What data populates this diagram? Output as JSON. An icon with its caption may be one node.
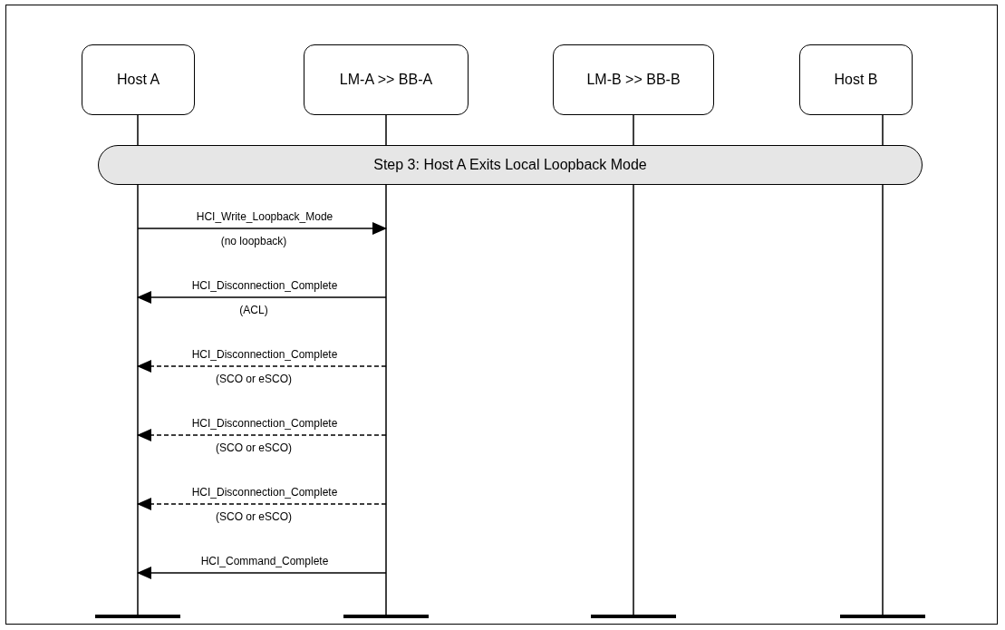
{
  "diagram": {
    "nodes": [
      {
        "text": [
          "Host A"
        ]
      },
      {
        "text": [
          "LM-A >> BB-A"
        ]
      },
      {
        "text": [
          "LM-B >> BB-B"
        ]
      },
      {
        "text": [
          "Host B"
        ]
      },
      {
        "text": [
          "Step 3: Host A Exits Local Loopback Mode"
        ]
      }
    ],
    "edges": [
      {
        "from": 0,
        "to": 1,
        "arrow": "to",
        "label": "HCI_Write_Loopback_Mode"
      },
      {
        "from": 1,
        "to": 0,
        "arrow": "to",
        "label": "HCI_Disconnection_Complete"
      },
      {
        "from": 1,
        "to": 0,
        "arrow": "to",
        "label": "HCI_Disconnection_Complete",
        "style": "dashed"
      },
      {
        "from": 1,
        "to": 0,
        "arrow": "to",
        "label": "HCI_Disconnection_Complete",
        "style": "dashed"
      },
      {
        "from": 1,
        "to": 0,
        "arrow": "to",
        "label": "HCI_Disconnection_Complete",
        "style": "dashed"
      },
      {
        "from": 1,
        "to": 0,
        "arrow": "to",
        "label": "HCI_Command_Complete"
      }
    ],
    "labels": [
      "(no loopback)",
      "(ACL)",
      "(SCO or eSCO)",
      "(SCO or eSCO)",
      "(SCO or eSCO)"
    ]
  }
}
